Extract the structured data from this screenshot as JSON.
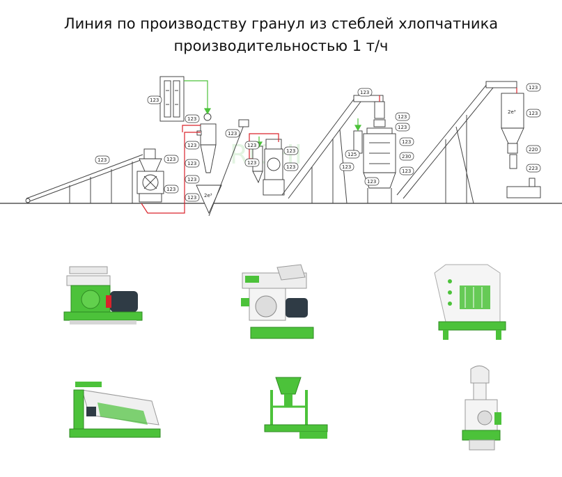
{
  "title": {
    "line1": "Линия по производству гранул из стеблей хлопчатника",
    "line2": "производительностью 1 т/ч"
  },
  "diagram": {
    "callouts": [
      "123",
      "123",
      "123",
      "123",
      "123",
      "123",
      "123",
      "123",
      "123",
      "123",
      "123",
      "123",
      "123",
      "123",
      "123",
      "123",
      "123",
      "123",
      "123",
      "123",
      "123",
      "230",
      "125",
      "123",
      "123",
      "220",
      "223"
    ],
    "bin_label_1": "2e³",
    "bin_label_2": "2e³",
    "watermark": "RICHI"
  },
  "colors": {
    "machine_green": "#4cc23a",
    "pipe_red": "#d9232b",
    "line_dark": "#444444"
  },
  "gallery": [
    {
      "name": "hammer-mill"
    },
    {
      "name": "pellet-mill"
    },
    {
      "name": "counterflow-cooler"
    },
    {
      "name": "vibrating-screen"
    },
    {
      "name": "packing-scale"
    },
    {
      "name": "bucket-elevator"
    }
  ]
}
